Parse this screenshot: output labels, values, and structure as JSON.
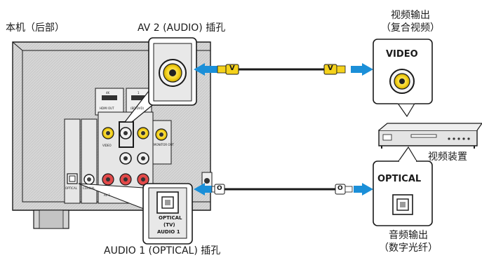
{
  "labels": {
    "rear_of_unit": "本机（后部）",
    "av2_jack": "AV 2 (AUDIO) 插孔",
    "video_output_line1": "视频输出",
    "video_output_line2": "（复合视频）",
    "video_device": "视频装置",
    "audio1_jack": "AUDIO 1 (OPTICAL) 插孔",
    "audio_output_line1": "音频输出",
    "audio_output_line2": "（数字光纤）"
  },
  "callouts": {
    "video_port_label": "VIDEO",
    "optical_port_label": "OPTICAL",
    "zoom_optical_label_1": "OPTICAL",
    "zoom_optical_label_2": "(TV)",
    "zoom_optical_label_3": "AUDIO 1"
  },
  "cable_plugs": {
    "video_plug_letter": "V",
    "optical_plug_letter": "O"
  },
  "panel_text": {
    "hdmi_4k": "4K",
    "hdmi_out": "HDMI OUT",
    "hdmi_1": "1",
    "hdmi_bd_dvd": "(BD/DVD)",
    "video_jack": "VIDEO",
    "monitor_out": "MONITOR OUT",
    "optical_small": "OPTICAL",
    "coaxial_small": "COAXIAL",
    "av1_small": "AV 1"
  },
  "colors": {
    "arrow_blue": "#1b8fd8",
    "plug_yellow": "#f5d21b",
    "panel_gray": "#c9c9c9",
    "outline": "#1a1a1a"
  }
}
